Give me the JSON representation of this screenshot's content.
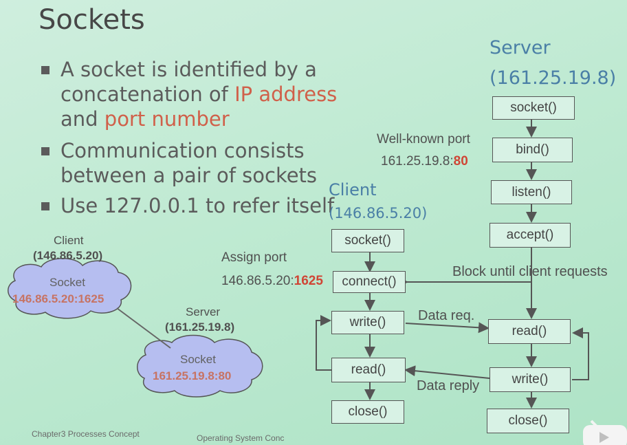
{
  "slide": {
    "title": "Sockets",
    "bullets": [
      {
        "parts": [
          {
            "text": "A socket is identified by a",
            "highlight": false
          }
        ]
      },
      {
        "parts": [
          {
            "text": "concatenation of ",
            "highlight": false
          },
          {
            "text": "IP address",
            "highlight": true
          }
        ]
      },
      {
        "parts": [
          {
            "text": "and ",
            "highlight": false
          },
          {
            "text": "port number",
            "highlight": true
          }
        ]
      },
      {
        "parts": [
          {
            "text": "Communication consists",
            "highlight": false
          }
        ]
      },
      {
        "parts": [
          {
            "text": "between a pair of sockets",
            "highlight": false
          }
        ]
      },
      {
        "parts": [
          {
            "text": "Use 127.0.0.1 to refer itself",
            "highlight": false
          }
        ]
      }
    ]
  },
  "left_diagram": {
    "client_label": "Client",
    "client_ip": "(146.86.5.20)",
    "client_socket_label": "Socket",
    "client_socket_addr": "146.86.5.20:1625",
    "server_label": "Server",
    "server_ip": "(161.25.19.8)",
    "server_socket_label": "Socket",
    "server_socket_addr": "161.25.19.8:80"
  },
  "flow": {
    "server_title": "Server",
    "server_ip": "(161.25.19.8)",
    "client_title": "Client",
    "client_ip": "(146.86.5.20)",
    "well_known_label": "Well-known port",
    "well_known_addr_prefix": "161.25.19.8:",
    "well_known_port": "80",
    "assign_label": "Assign port",
    "assign_addr_prefix": "146.86.5.20:",
    "assign_port": "1625",
    "block_label": "Block until client requests",
    "data_req": "Data req.",
    "data_reply": "Data reply",
    "server_steps": [
      "socket()",
      "bind()",
      "listen()",
      "accept()",
      "read()",
      "write()",
      "close()"
    ],
    "client_steps": [
      "socket()",
      "connect()",
      "write()",
      "read()",
      "close()"
    ]
  },
  "footer": {
    "left": "Chapter3 Processes Concept",
    "right": "Operating System Conc"
  },
  "colors": {
    "background": "#bfead2",
    "text": "#5b5b5b",
    "highlight": "#d0604a",
    "blue_heading": "#4a7fa6",
    "cloud": "#b8bff0",
    "port_red": "#d04535"
  }
}
